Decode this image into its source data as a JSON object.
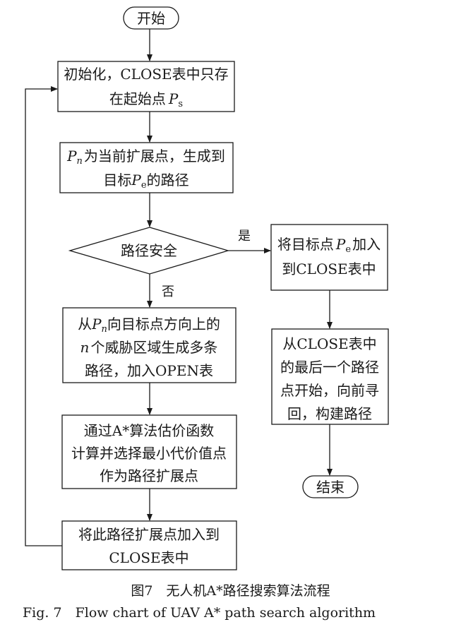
{
  "nodes": {
    "start": "开始",
    "init_1": "初始化，CLOSE表中只存",
    "init_2": "在起始点",
    "init_sym": "P",
    "init_sub": "s",
    "extend_sym": "P",
    "extend_sub": "n",
    "extend_1": "为当前扩展点，生成到",
    "extend_2a": "目标",
    "extend_2_sym": "P",
    "extend_2_sub": "e",
    "extend_2b": "的路径",
    "decision": "路径安全",
    "add_target_1a": "将目标点",
    "add_target_sym": "P",
    "add_target_sub": "e",
    "add_target_1b": "加入",
    "add_target_2": "到CLOSE表中",
    "backtrack_1": "从CLOSE表中",
    "backtrack_2": "的最后一个路径",
    "backtrack_3": "点开始，向前寻",
    "backtrack_4": "回，构建路径",
    "end": "结束",
    "gen_1a": "从",
    "gen_sym": "P",
    "gen_sub": "n",
    "gen_1b": "向目标点方向上的",
    "gen_2_sym": "n",
    "gen_2": "个威胁区域生成多条",
    "gen_3": "路径，加入OPEN表",
    "astar_1": "通过A*算法估价函数",
    "astar_2": "计算并选择最小代价值点",
    "astar_3": "作为路径扩展点",
    "add_close_1": "将此路径扩展点加入到",
    "add_close_2": "CLOSE表中"
  },
  "labels": {
    "yes": "是",
    "no": "否"
  },
  "caption": {
    "cn": "图7　无人机A*路径搜索算法流程",
    "en": "Fig. 7　Flow chart of UAV A* path search algorithm"
  }
}
